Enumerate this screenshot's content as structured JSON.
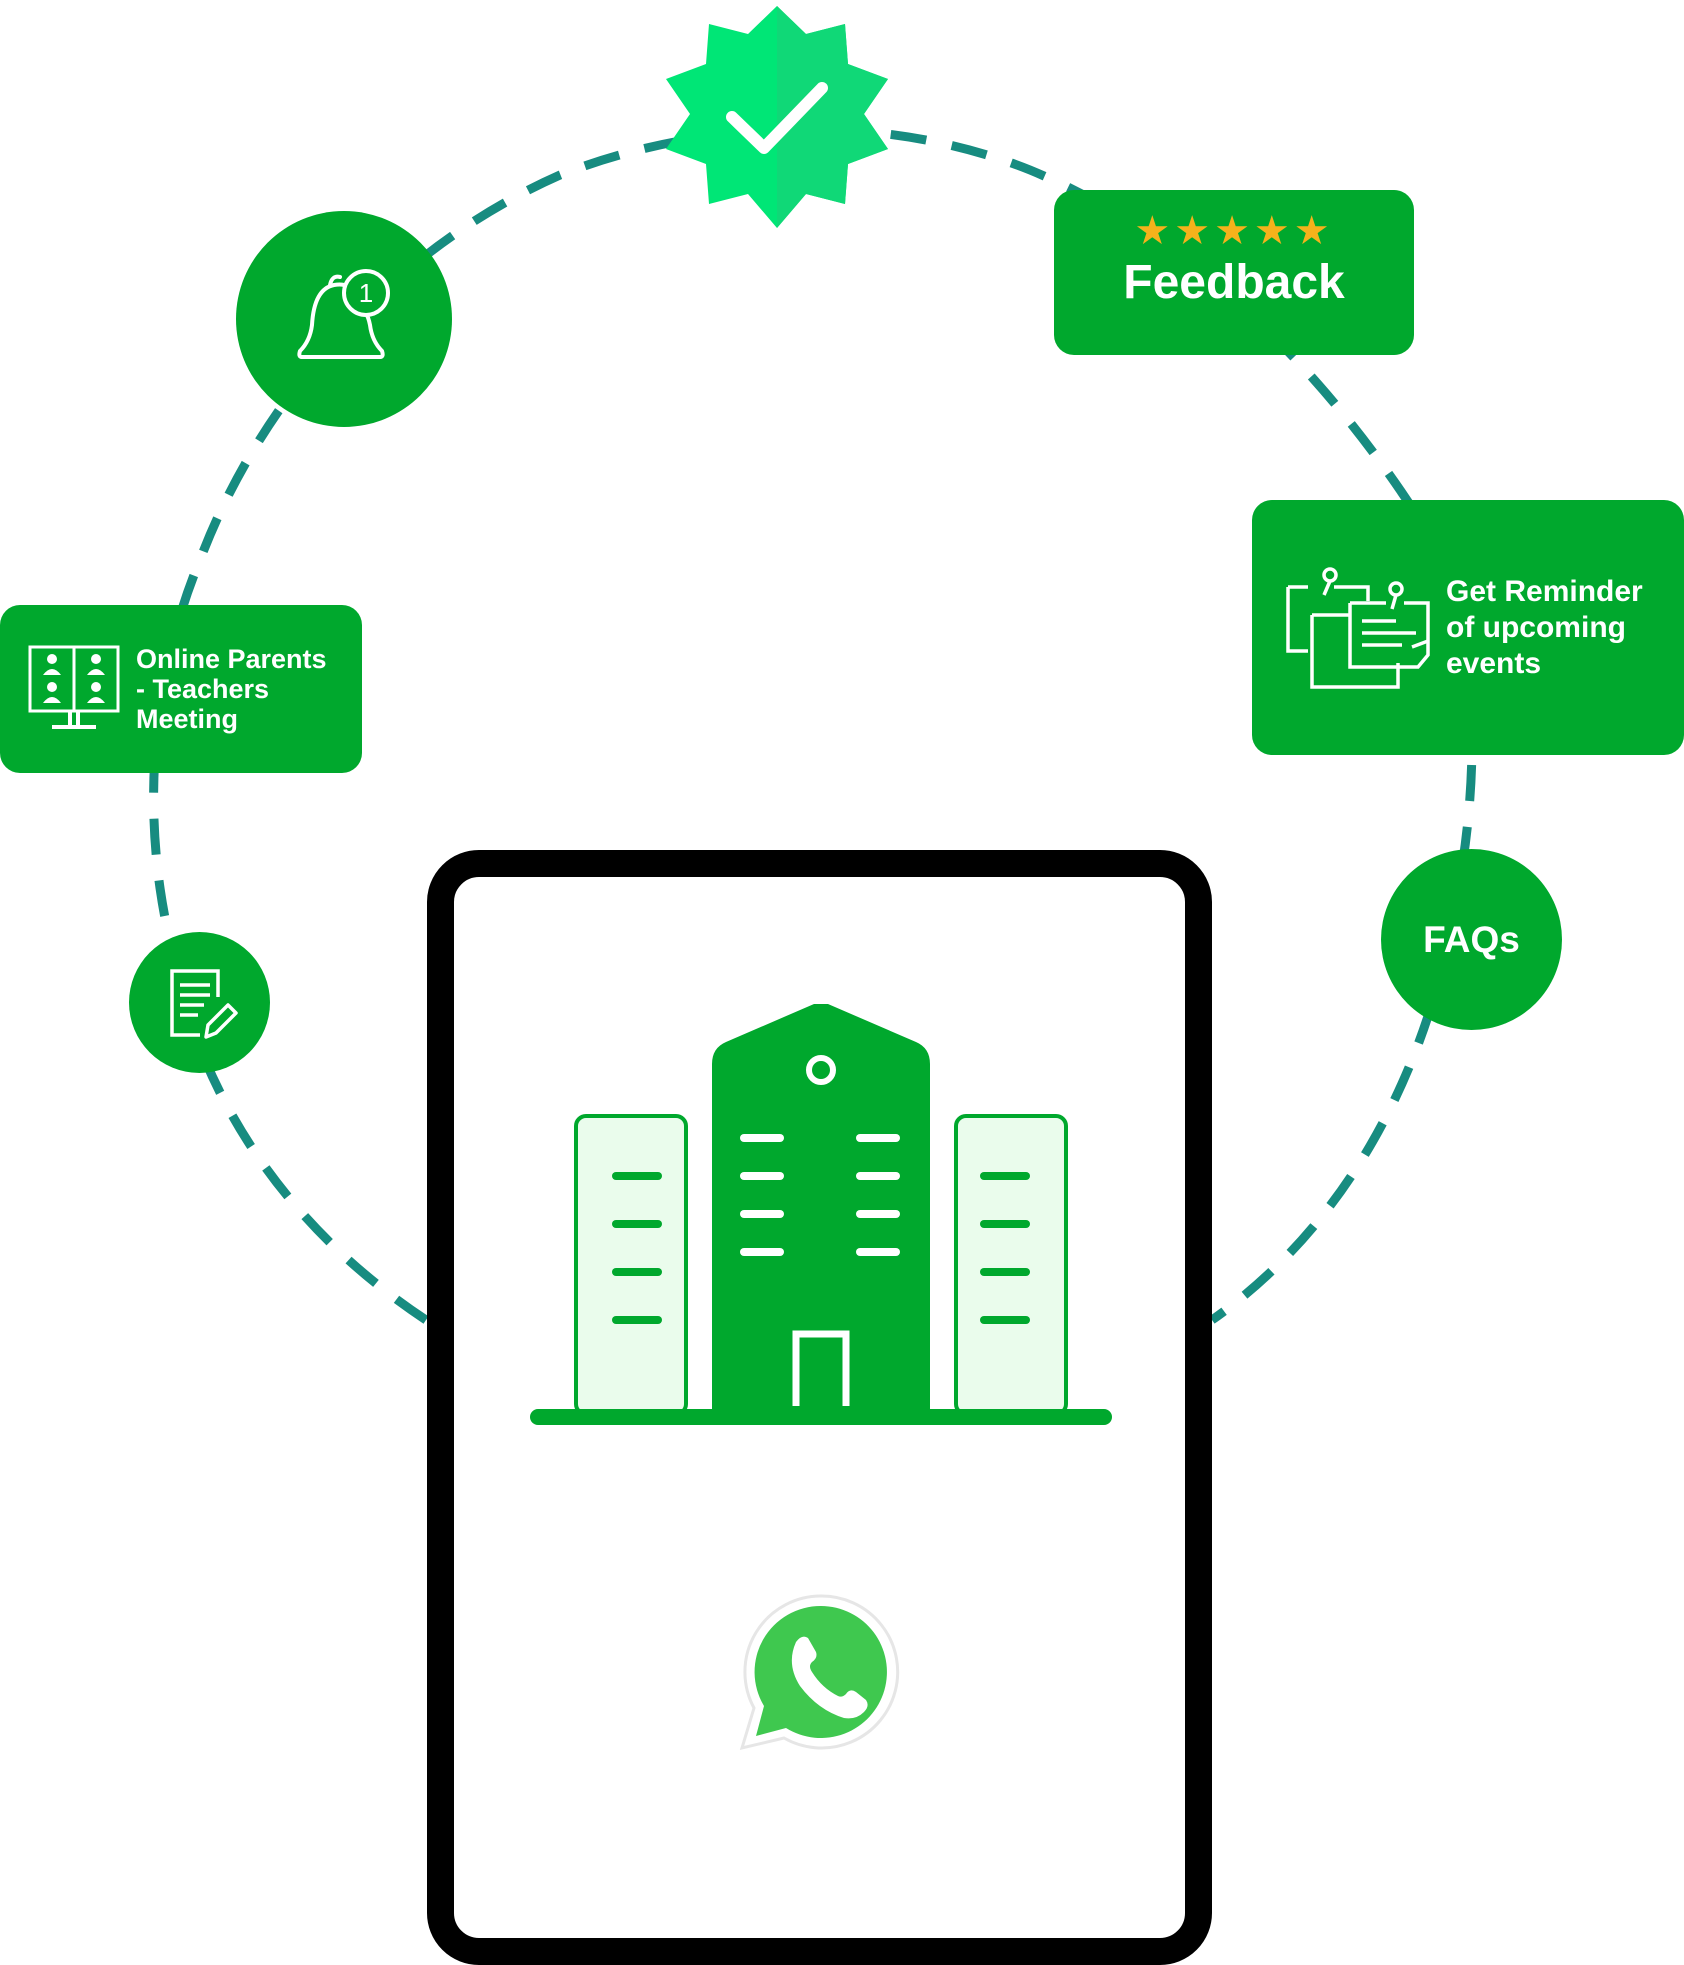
{
  "colors": {
    "green": "#00a82d",
    "green_light": "#eafcec",
    "dash": "#178c80",
    "star": "#f5b21b",
    "badge_left": "#00e676",
    "badge_right": "#10d877",
    "frame": "#000000",
    "whatsapp": "#3fc84f"
  },
  "features": {
    "ptm": {
      "label": "Online Parents - Teachers Meeting",
      "icon": "video-conference-icon"
    },
    "feedback": {
      "stars": "★★★★★",
      "label": "Feedback",
      "icon": "star-icon"
    },
    "reminder": {
      "label": "Get Reminder of upcoming events",
      "icon": "pinned-notes-icon"
    },
    "faqs": {
      "label": "FAQs"
    },
    "notification": {
      "badge": "1",
      "icon": "bell-notification-icon"
    },
    "form": {
      "icon": "document-edit-icon"
    },
    "verified": {
      "icon": "verified-badge-icon"
    }
  },
  "device": {
    "center_icon": "school-building-icon",
    "app_icon": "whatsapp-icon"
  }
}
